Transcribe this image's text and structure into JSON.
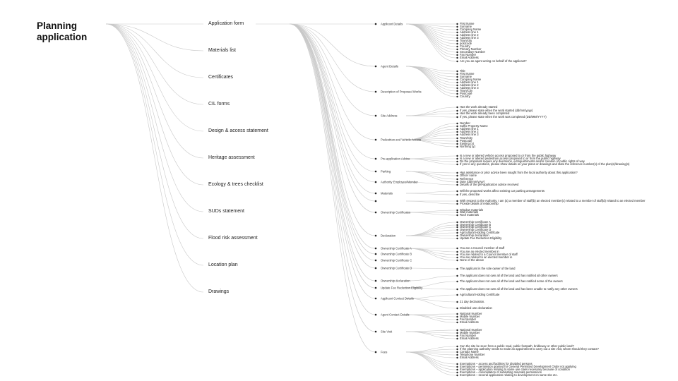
{
  "root": {
    "title": "Planning application"
  },
  "categories": [
    "Application form",
    "Materials list",
    "Certificates",
    "CIL forms",
    "Design & access statement",
    "Heritage assessment",
    "Ecology & trees checklist",
    "SUDs statement",
    "Flood risk assessment",
    "Location plan",
    "Drawings"
  ],
  "sections": [
    {
      "label": "Applicant Details",
      "items": [
        "First Name",
        "Surname",
        "Company Name",
        "Address line 1",
        "Address line 2",
        "Address line 3",
        "Town/city",
        "postcode",
        "Country",
        "Primary Number",
        "Secondary Number",
        "Fax Number",
        "Email Address",
        "Are you an agent acting on behalf of the applicant?"
      ]
    },
    {
      "label": "Agent Details",
      "items": [
        "Title",
        "First Name",
        "Surname",
        "Company Name",
        "Address line 1",
        "Address line 2",
        "Address line 3",
        "Town/City",
        "Postcode",
        "Country"
      ]
    },
    {
      "label": "Description of Proposed Works",
      "items": []
    },
    {
      "label": "Site Address",
      "items": [
        "Has the work already started",
        "If yes, please state when the work started (dd/mm/yyyy)",
        "Has the work already been completed",
        "If yes, please state when the work was completed (DD/MM/YYYY)"
      ]
    },
    {
      "label": "Pedestrian and Vehicle Access",
      "items": [
        "Number",
        "Suffix Property Name",
        "Address line 1",
        "Address line 2",
        "Address line 3",
        "Town/City",
        "Postcode",
        "Easting (x)",
        "Northing (y)"
      ]
    },
    {
      "label": "Pre-application Advice",
      "items": [
        "Is a new or altered vehicle access proposed to or from the public highway",
        "Is a new or altered pedestrian access proposed to or from the public highway",
        "Do the proposals require any diversions, extinguishments and/or creation of public rights of way",
        "If yes to any questions, please show details on your plans or drawings and state the reference number(s) of the plan(s)/drawing(s)"
      ]
    },
    {
      "label": "Parking",
      "items": [
        "Has assistance or prior advice been sought from the local authority about this application?",
        "Officer name",
        "Reference",
        "Date (dd/mm/yyyy)"
      ]
    },
    {
      "label": "Authority Employee/Member",
      "items": [
        "Details of the pre-application advice received"
      ]
    },
    {
      "label": "Materials",
      "items": [
        "Will the proposed works affect existing car parking arrangements",
        "If yes, describe"
      ]
    },
    {
      "label": "",
      "items": [
        "With respect to the Authority, I am (a) a member of staff(b) an elected member(c) related to a member of staff(d) related to an elected member",
        "Provide details of relationship"
      ]
    },
    {
      "label": "Ownership Certificates",
      "items": [
        "Window materials",
        "Wall materials",
        "Roof materials"
      ]
    },
    {
      "label": "Declaration",
      "items": [
        "Ownership Certificate A",
        "Ownership Certificate B",
        "Ownership Certificate C",
        "Ownership Certificate D",
        "Agricultural Holding Certificate",
        "Ownership declaration",
        "Update Fee Reduction Eligibility"
      ]
    },
    {
      "label": "Ownership Certificate A",
      "items": [
        "You are a Council member of staff",
        "You are an elected member in",
        "You are related to a Council member of staff",
        "You are related to an elected member in",
        "None of the above"
      ]
    },
    {
      "label": "Ownership Certificate B",
      "items": []
    },
    {
      "label": "Ownership Certificate C",
      "items": []
    },
    {
      "label": "Ownership Certificate D",
      "items": [
        "The applicant is the sole owner of the land"
      ]
    },
    {
      "label": "Ownership declaration",
      "items": [
        "The applicant does not own all of the land and has notified all other owners"
      ]
    },
    {
      "label": "Update Fee Reduction Eligibility",
      "items": [
        "The applicant does not own all of the land and has notified some of the owners",
        "The applicant does not own all of the land and has been unable to notify any other owners"
      ]
    },
    {
      "label": "Applicant Contact Details",
      "items": [
        "Agricultural Holding Certificate",
        "21 day declaration.",
        "Disabled use declaration"
      ]
    },
    {
      "label": "Agent Contact Details",
      "items": [
        "National Number",
        "Mobile Number",
        "Fax Number",
        "Email Address"
      ]
    },
    {
      "label": "Site Visit",
      "items": [
        "National Number",
        "Mobile Number",
        "Fax Number",
        "Email Address"
      ]
    },
    {
      "label": "Fees",
      "items": [
        "Can the site be seen from a public road, public footpath, bridleway or other public land?",
        "If the planning authority needs to make an appointment to carry out a site visit, whom should they contact?",
        "Contact Name",
        "Telephone Number",
        "Email Address",
        "Exemptions – access and facilities for disabled persons",
        "Exemptions – permission granted for General Permitted Development Order not applying",
        "Exemptions – application relating to same use class necessary because of condition",
        "Exemptions – consolidation of subsisting minerals permissions",
        "Exemptions – several application relating to development on same site etc."
      ]
    }
  ]
}
